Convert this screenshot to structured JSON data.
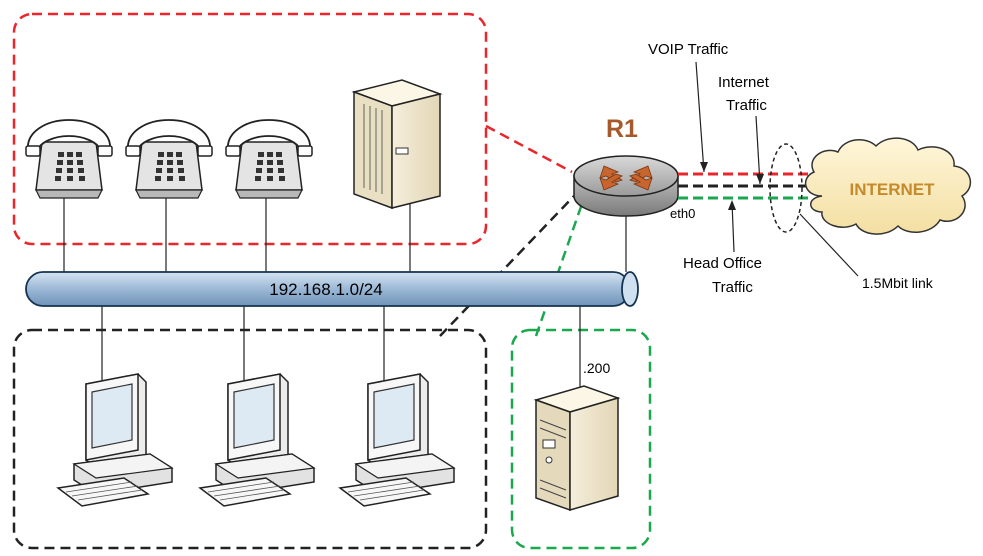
{
  "network": {
    "subnet_label": "192.168.1.0/24",
    "router_label": "R1",
    "interface_label": "eth0",
    "host_suffix_label": ".200",
    "cloud_label": "INTERNET",
    "link_label": "1.5Mbit link"
  },
  "traffic": {
    "voip_label": "VOIP Traffic",
    "internet_line1": "Internet",
    "internet_line2": "Traffic",
    "headoffice_line1": "Head Office",
    "headoffice_line2": "Traffic"
  },
  "colors": {
    "voip": "#e8262b",
    "internet": "#222222",
    "headoffice": "#1aa84f",
    "bus_fill": "#aac3de",
    "bus_stroke": "#16334f",
    "router_label": "#a65a2b",
    "cloud_fill": "#fbeec1",
    "cloud_text": "#c48a2c"
  },
  "icons": {
    "phones": [
      "phone-icon",
      "phone-icon",
      "phone-icon"
    ],
    "server": "tower-server-icon",
    "workstations": [
      "workstation-icon",
      "workstation-icon",
      "workstation-icon"
    ],
    "small_server": "desktop-server-icon",
    "router": "router-icon",
    "cloud": "cloud-icon"
  }
}
